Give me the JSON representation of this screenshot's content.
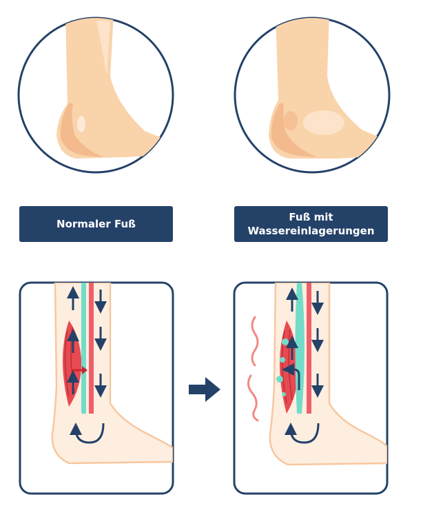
{
  "labels": {
    "normal": "Normaler Fuß",
    "edema_line1": "Fuß mit",
    "edema_line2": "Wassereinlagerungen"
  },
  "colors": {
    "navy": "#244168",
    "skin": "#f9d3aa",
    "skin_dark": "#f1b487",
    "skin_light": "#fde9d6",
    "vein_teal": "#73dcc8",
    "artery_red": "#ee5f6a",
    "muscle_red": "#e84a52",
    "wavy_pink": "#f08a82"
  },
  "icons": [
    "up-arrow-icon",
    "down-arrow-icon",
    "u-turn-arrow-icon",
    "right-arrow-icon"
  ]
}
